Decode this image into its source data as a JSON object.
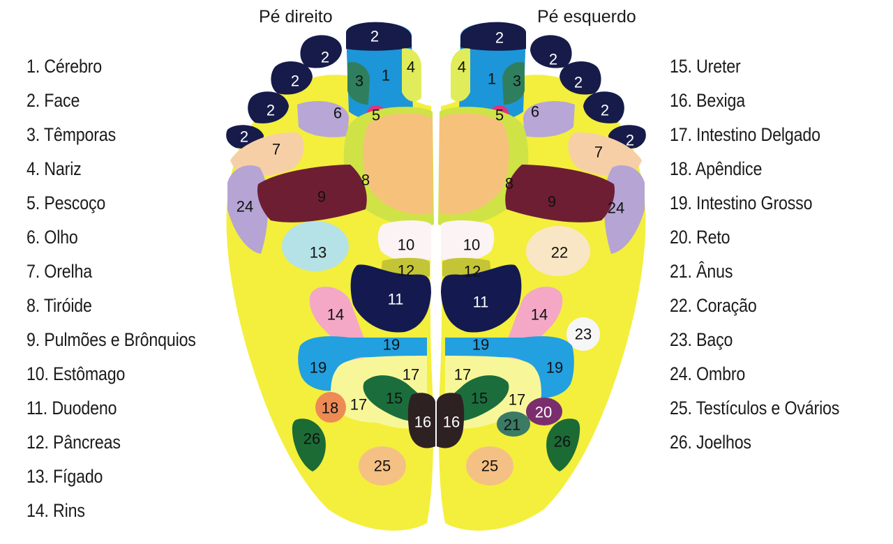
{
  "titles": {
    "right_foot": "Pé direito",
    "left_foot": "Pé esquerdo"
  },
  "legend_left": [
    "1. Cérebro",
    "2. Face",
    "3. Têmporas",
    "4. Nariz",
    "5. Pescoço",
    "6. Olho",
    "7. Orelha",
    "8. Tiróide",
    "9. Pulmões e Brônquios",
    "10. Estômago",
    "11. Duodeno",
    "12. Pâncreas",
    "13. Fígado",
    "14. Rins"
  ],
  "legend_right": [
    "15. Ureter",
    "16. Bexiga",
    "17. Intestino Delgado",
    "18. Apêndice",
    "19. Intestino Grosso",
    "20. Reto",
    "21. Ânus",
    "22. Coração",
    "23. Baço",
    "24. Ombro",
    "25. Testículos e Ovários",
    "26. Joelhos"
  ],
  "zone_colors": {
    "sole": "#f3ef3c",
    "brain": "#1c96d8",
    "face": "#161b4a",
    "temples": "#2f7f5f",
    "nose": "#e0ec5a",
    "neck": "#e5337a",
    "eye": "#b7a6d6",
    "ear": "#f6cfa7",
    "thyroid": "#cfe347",
    "thyroid_center": "#f6c17a",
    "lungs": "#6e1e33",
    "stomach": "#fbf3f4",
    "duodenum": "#141a4f",
    "pancreas": "#c4c437",
    "liver": "#b4e2e6",
    "kidneys": "#f4a8c6",
    "ureter": "#1b6e3c",
    "bladder": "#2e2122",
    "small_intestine": "#f7f79a",
    "appendix": "#ee8b55",
    "large_intestine": "#22a0e0",
    "rectum": "#7b2e6e",
    "anus": "#3b7a64",
    "heart": "#f9e6c5",
    "spleen": "#f6f6f6",
    "shoulder": "#b5a4d4",
    "gonads": "#f5c084",
    "knees": "#1c6b35"
  },
  "zones": {
    "right": {
      "z1": "1",
      "z2a": "2",
      "z2b": "2",
      "z2c": "2",
      "z2d": "2",
      "z2e": "2",
      "z3": "3",
      "z4": "4",
      "z5": "5",
      "z6": "6",
      "z7": "7",
      "z8": "8",
      "z9": "9",
      "z10": "10",
      "z11": "11",
      "z12": "12",
      "z13": "13",
      "z14": "14",
      "z15": "15",
      "z16": "16",
      "z17a": "17",
      "z17b": "17",
      "z18": "18",
      "z19a": "19",
      "z19b": "19",
      "z24": "24",
      "z25": "25",
      "z26": "26"
    },
    "left": {
      "z1": "1",
      "z2a": "2",
      "z2b": "2",
      "z2c": "2",
      "z2d": "2",
      "z2e": "2",
      "z3": "3",
      "z4": "4",
      "z5": "5",
      "z6": "6",
      "z7": "7",
      "z8": "8",
      "z9": "9",
      "z10": "10",
      "z11": "11",
      "z12": "12",
      "z14": "14",
      "z15": "15",
      "z16": "16",
      "z17a": "17",
      "z17b": "17",
      "z19a": "19",
      "z19b": "19",
      "z20": "20",
      "z21": "21",
      "z22": "22",
      "z23": "23",
      "z24": "24",
      "z25": "25",
      "z26": "26"
    }
  }
}
